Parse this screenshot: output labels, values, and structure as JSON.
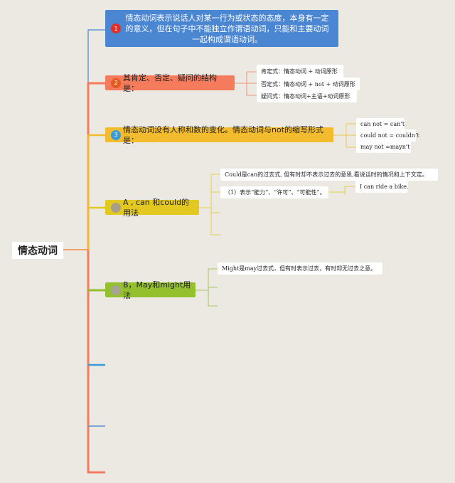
{
  "root": {
    "label": "情态动词"
  },
  "branches": [
    {
      "num": "1",
      "text": "情态动词表示说话人对某一行为或状态的态度，本身有一定的意义，但在句子中不能独立作谓语动词，只能和主要动词一起构成谓语动词。",
      "color": "#4b86d3",
      "badge_color": "#e0302a",
      "children": []
    },
    {
      "num": "2",
      "text": "其肯定、否定、疑问的结构是：",
      "color": "#f47b5c",
      "badge_color": "#e55a20",
      "children": [
        "肯定式：情态动词 + 动词原形",
        "否定式：情态动词 + not + 动词原形",
        "疑问式：情态动词+主语+动词原形"
      ]
    },
    {
      "num": "3",
      "text": "情态动词没有人称和数的变化。情态动词与not的缩写形式是：",
      "color": "#f3bc2f",
      "badge_color": "#3a9bd6",
      "children": [
        "can not = can’t",
        "could not = couldn’t",
        "may not =mayn’t"
      ]
    },
    {
      "num": "",
      "text": "A , can 和could的用法",
      "color": "#e3c821",
      "badge_color": "#a89f86",
      "children": [
        "Could是can的过去式, 但有时却不表示过去的意思,看说话时的情况和上下文定。",
        "（1）表示“能力”、“许可”、“可能性”。"
      ],
      "grandchild": "I can ride a bike."
    },
    {
      "num": "",
      "text": "B，May和might用法",
      "color": "#95c02d",
      "badge_color": "#a7a592",
      "children": [
        "Might是may过去式，但有时表示过去，有时却无过去之意。"
      ]
    }
  ]
}
